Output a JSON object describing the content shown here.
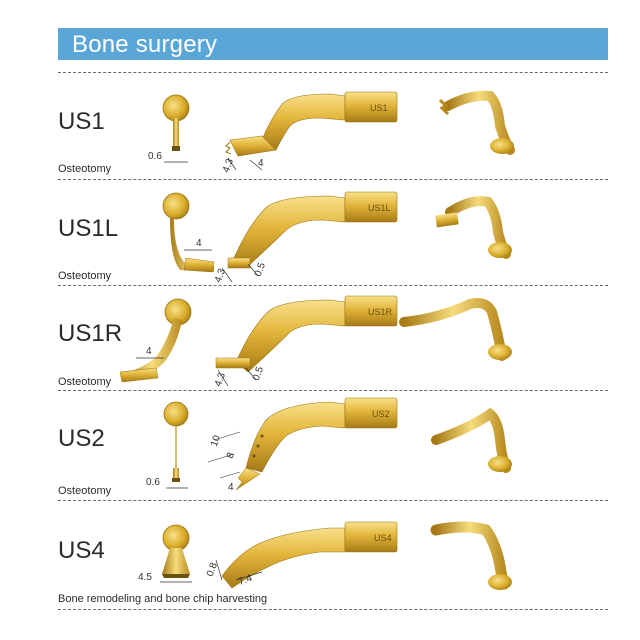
{
  "header": {
    "title": "Bone surgery"
  },
  "colors": {
    "header_bg": "#5aa6d6",
    "gold": "#d9ad2a",
    "gold_light": "#f6dc7c",
    "gold_dark": "#9c7414"
  },
  "items": [
    {
      "code": "US1",
      "application": "Osteotomy",
      "engraving": "US1",
      "dims": [
        "0.6",
        "4.3",
        "4"
      ]
    },
    {
      "code": "US1L",
      "application": "Osteotomy",
      "engraving": "US1L",
      "dims": [
        "4",
        "4.3",
        "0.5"
      ]
    },
    {
      "code": "US1R",
      "application": "Osteotomy",
      "engraving": "US1R",
      "dims": [
        "4",
        "4.3",
        "0.5"
      ]
    },
    {
      "code": "US2",
      "application": "Osteotomy",
      "engraving": "US2",
      "dims": [
        "0.6",
        "10",
        "8",
        "4"
      ]
    },
    {
      "code": "US4",
      "application": "Bone remodeling and bone chip harvesting",
      "engraving": "US4",
      "dims": [
        "4.5",
        "0.8",
        "7.4"
      ]
    }
  ]
}
